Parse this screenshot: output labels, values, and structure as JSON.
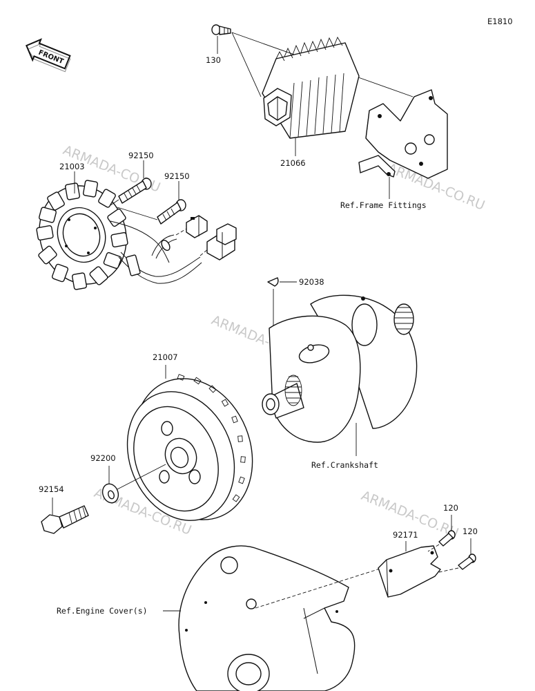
{
  "diagram_id": "E1810",
  "front_label": "FRONT",
  "watermark": "ARMADA-CO.RU",
  "callouts": {
    "p130": "130",
    "p21066": "21066",
    "p92150a": "92150",
    "p92150b": "92150",
    "p21003": "21003",
    "p92038": "92038",
    "p21007": "21007",
    "p92200": "92200",
    "p92154": "92154",
    "p92171": "92171",
    "p120a": "120",
    "p120b": "120"
  },
  "references": {
    "frame": "Ref.Frame Fittings",
    "crankshaft": "Ref.Crankshaft",
    "engine_cover": "Ref.Engine Cover(s)"
  }
}
